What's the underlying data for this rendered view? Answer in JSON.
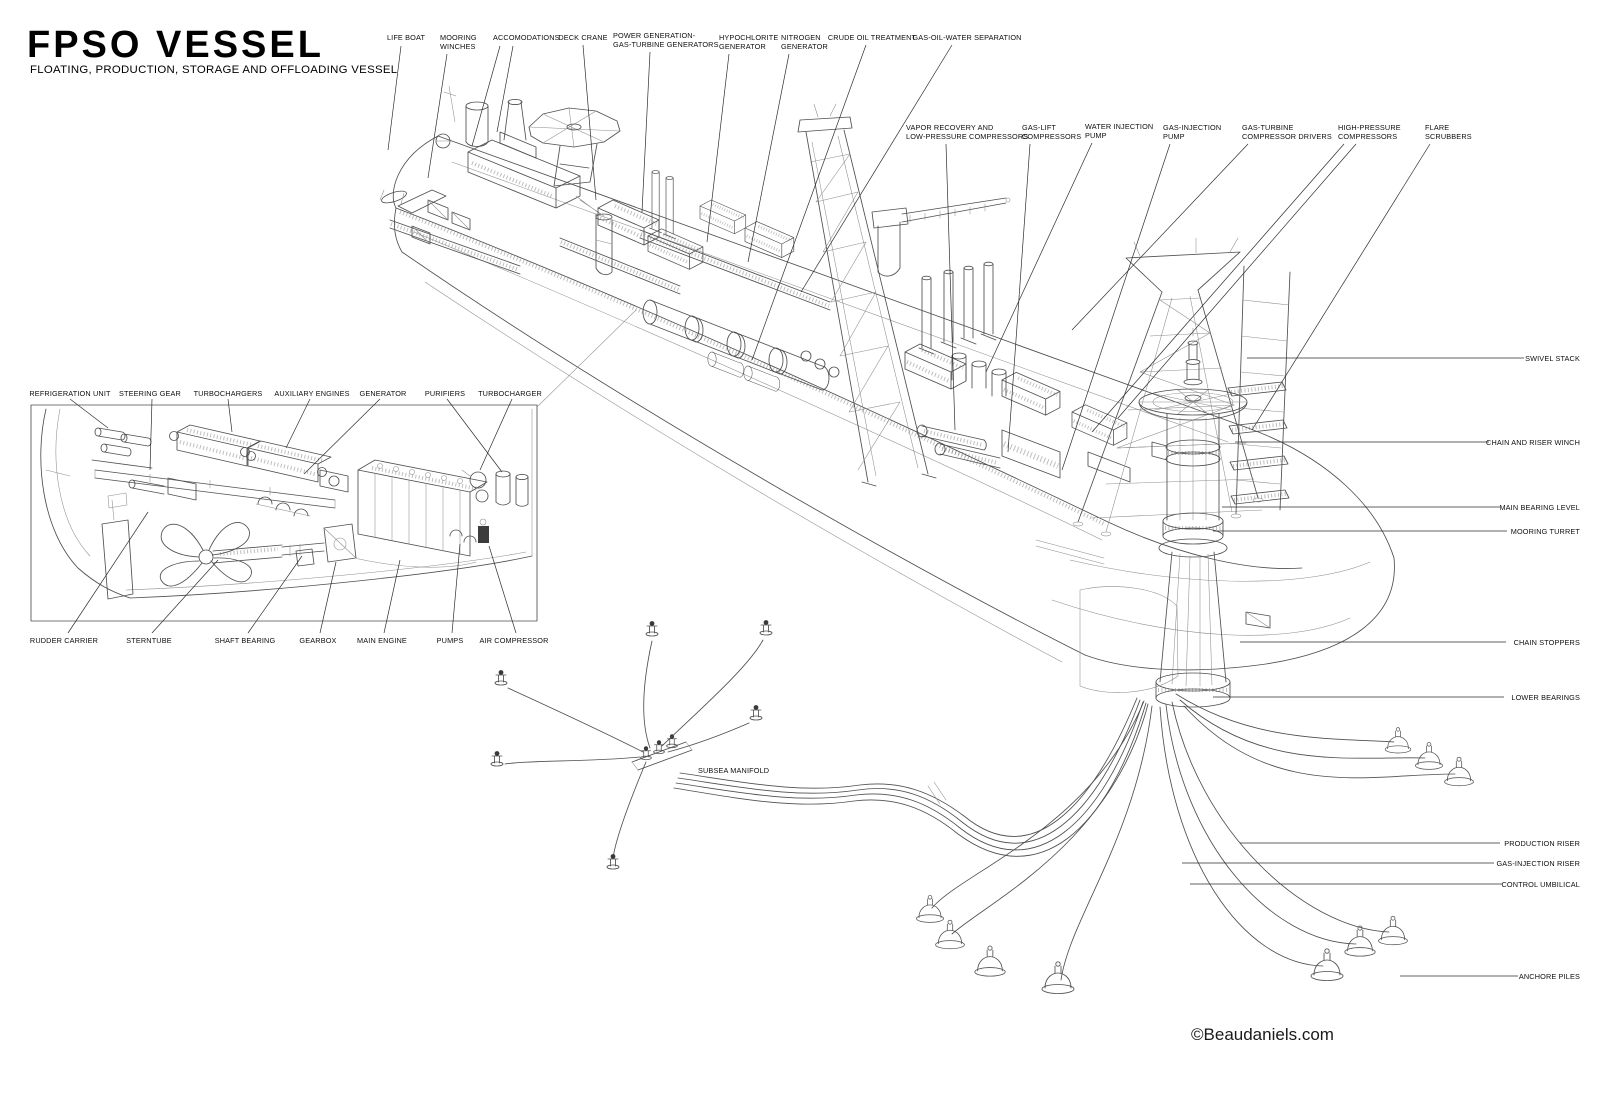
{
  "title": {
    "main": "FPSO VESSEL",
    "subtitle": "FLOATING, PRODUCTION, STORAGE AND OFFLOADING VESSEL"
  },
  "copyright": "©Beaudaniels.com",
  "labels": {
    "top": [
      {
        "l1": "LIFE BOAT"
      },
      {
        "l1": "MOORING",
        "l2": "WINCHES"
      },
      {
        "l1": "ACCOMODATIONS"
      },
      {
        "l1": "DECK CRANE"
      },
      {
        "l1": "POWER GENERATION-",
        "l2": "GAS-TURBINE GENERATORS"
      },
      {
        "l1": "HYPOCHLORITE",
        "l2": "GENERATOR"
      },
      {
        "l1": "NITROGEN",
        "l2": "GENERATOR"
      },
      {
        "l1": "CRUDE OIL TREATMENT"
      },
      {
        "l1": "GAS-OIL-WATER SEPARATION"
      }
    ],
    "process": [
      {
        "l1": "VAPOR RECOVERY AND",
        "l2": "LOW-PRESSURE COMPRESSORS"
      },
      {
        "l1": "GAS-LIFT",
        "l2": "COMPRESSORS"
      },
      {
        "l1": "WATER INJECTION",
        "l2": "PUMP"
      },
      {
        "l1": "GAS-INJECTION",
        "l2": "PUMP"
      },
      {
        "l1": "GAS-TURBINE",
        "l2": "COMPRESSOR DRIVERS"
      },
      {
        "l1": "HIGH-PRESSURE",
        "l2": "COMPRESSORS"
      },
      {
        "l1": "FLARE",
        "l2": "SCRUBBERS"
      }
    ],
    "right": [
      "SWIVEL STACK",
      "CHAIN AND RISER WINCH",
      "MAIN BEARING LEVEL",
      "MOORING TURRET",
      "CHAIN STOPPERS",
      "LOWER BEARINGS",
      "PRODUCTION RISER",
      "GAS-INJECTION RISER",
      "CONTROL UMBILICAL",
      "ANCHORE PILES"
    ],
    "inset_top": [
      "REFRIGERATION UNIT",
      "STEERING GEAR",
      "TURBOCHARGERS",
      "AUXILIARY ENGINES",
      "GENERATOR",
      "PURIFIERS",
      "TURBOCHARGER"
    ],
    "inset_bottom": [
      "RUDDER CARRIER",
      "STERNTUBE",
      "SHAFT BEARING",
      "GEARBOX",
      "MAIN ENGINE",
      "PUMPS",
      "AIR COMPRESSOR"
    ],
    "subsea": "SUBSEA MANIFOLD"
  },
  "colors": {
    "line": "#4f4f4f",
    "label": "#0e0e0e",
    "background": "#ffffff"
  }
}
